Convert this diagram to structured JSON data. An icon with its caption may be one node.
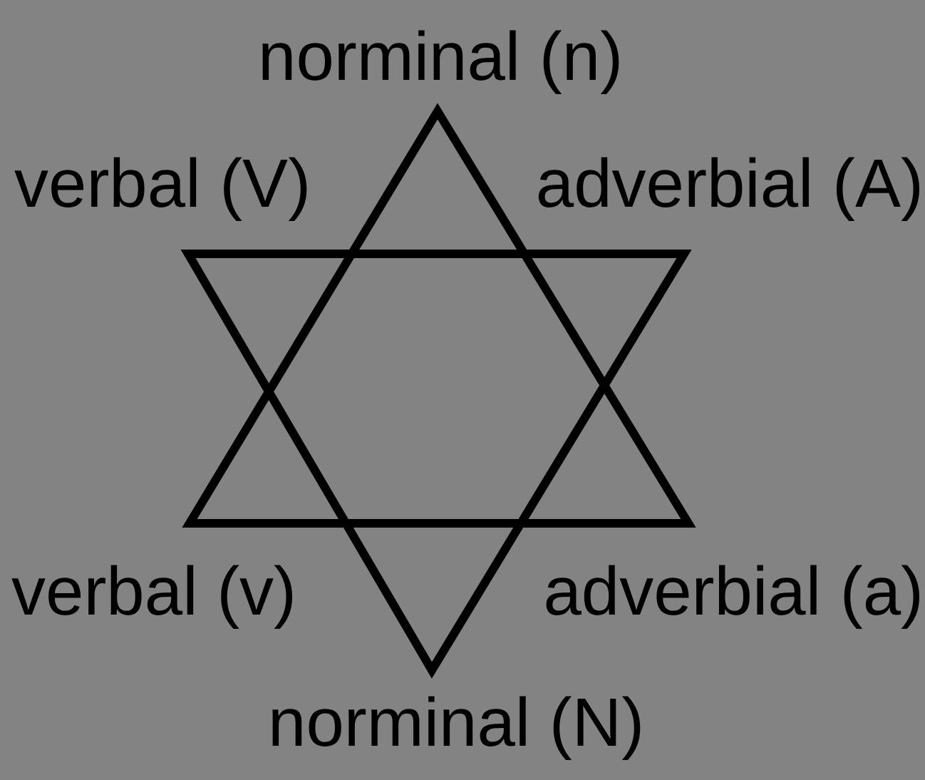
{
  "diagram": {
    "labels": [
      "norminal (n)",
      "verbal (V)",
      "adverbial (A)",
      "verbal (v)",
      "adverbial (a)",
      "norminal (N)"
    ]
  }
}
